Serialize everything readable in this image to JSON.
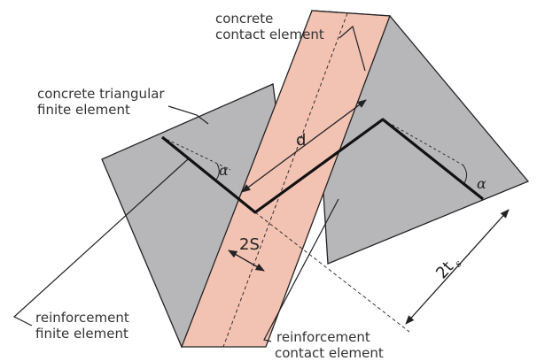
{
  "labels": {
    "concrete_contact_1": "concrete",
    "concrete_contact_2": "contact element",
    "concrete_triangular_1": "concrete triangular",
    "concrete_triangular_2": "finite element",
    "reinf_finite_1": "reinforcement",
    "reinf_finite_2": "finite element",
    "reinf_contact_1": "reinforcement",
    "reinf_contact_2": "contact element"
  },
  "symbols": {
    "d": "d",
    "two_s": "2S",
    "alpha": "α",
    "two_t": "2t",
    "two_t_sub": "s"
  },
  "colors": {
    "concrete_gray": "#b7b7b9",
    "contact_pink": "#f2c2b3",
    "outline": "#222222"
  }
}
